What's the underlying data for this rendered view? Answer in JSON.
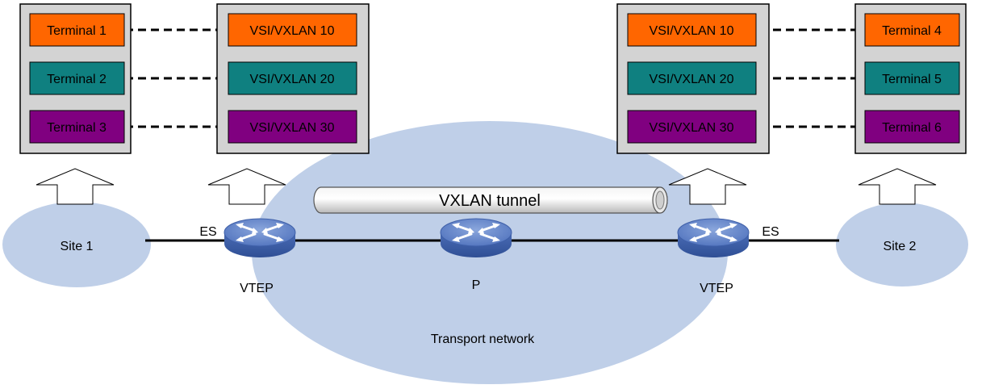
{
  "colors": {
    "orange": "#ff6600",
    "teal": "#0f8080",
    "purple": "#800080",
    "panel_bg": "#d3d3d3",
    "cloud": "#bfcfe8",
    "router_top": "#6f8fcf",
    "router_side": "#3e5fa8"
  },
  "panels": {
    "left_terminals": [
      "Terminal 1",
      "Terminal 2",
      "Terminal 3"
    ],
    "left_vsi": [
      "VSI/VXLAN 10",
      "VSI/VXLAN 20",
      "VSI/VXLAN 30"
    ],
    "right_vsi": [
      "VSI/VXLAN 10",
      "VSI/VXLAN 20",
      "VSI/VXLAN 30"
    ],
    "right_terminals": [
      "Terminal 4",
      "Terminal 5",
      "Terminal 6"
    ]
  },
  "sites": {
    "site1": "Site 1",
    "site2": "Site 2"
  },
  "links": {
    "es_left": "ES",
    "es_right": "ES"
  },
  "tunnel": {
    "label": "VXLAN tunnel"
  },
  "devices": {
    "vtep_left": "VTEP",
    "p": "P",
    "vtep_right": "VTEP"
  },
  "network": {
    "label": "Transport network"
  },
  "icons": [
    "router-icon",
    "up-arrow-icon",
    "tunnel-pipe-icon"
  ]
}
